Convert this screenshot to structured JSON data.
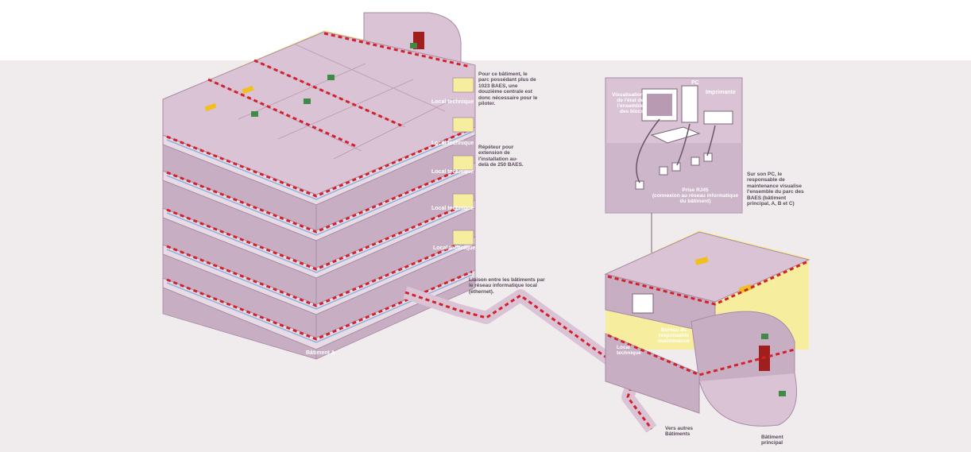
{
  "labels": {
    "local_technique": "Local technique",
    "batiment_a": "Bâtiment A",
    "batiment_principal": "Bâtiment principal",
    "note_central": "Pour ce bâtiment, le parc possédant plus de 1023 BAES, une douzième centrale est donc nécessaire pour le piloter.",
    "repeteur": "Répéteur pour extension de l'installation au-delà de 250 BAES.",
    "liaison": "Liaison entre les bâtiments par le réseau informatique local (éthernet).",
    "vers_autres": "Vers autres Bâtiments",
    "pc": "PC",
    "imprimante": "Imprimante",
    "visualisation": "Visualisation de l'état de l'ensemble des blocs",
    "prise_rj45": "Prise RJ45",
    "prise_rj45_detail": "(connexion au réseau informatique du bâtiment)",
    "sur_son_pc": "Sur son PC, le responsable de maintenance visualise l'ensemble du parc des BAES (bâtiment principal, A, B et C)",
    "bureau": "Bureau du responsable maintenance"
  },
  "colors": {
    "band": "#f0eced",
    "wall_top": "#f6ee9e",
    "floor": "#d9c3d5",
    "floor_edge": "#a88aa4",
    "room": "#c7aec3",
    "cable_red": "#d4202a",
    "cable_blue": "#8fb3dd",
    "exit_green": "#3e8a46",
    "door_red": "#a01f1c",
    "baes_yellow": "#f0c020",
    "text": "#5a4a5c"
  }
}
